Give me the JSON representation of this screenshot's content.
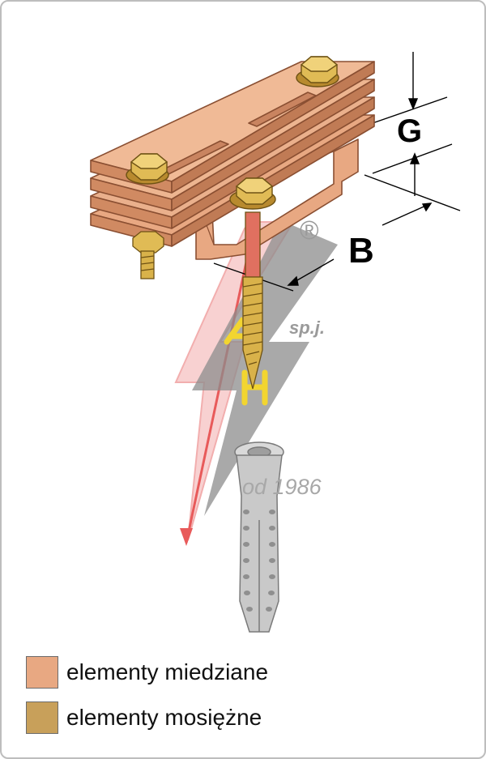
{
  "dimensions": {
    "g_label": "G",
    "b_label": "B"
  },
  "watermark": {
    "registered": "®",
    "company_suffix": "sp.j.",
    "since": "od 1986"
  },
  "legend": {
    "items": [
      {
        "label": "elementy miedziane",
        "color": "#e8a882"
      },
      {
        "label": "elementy mosiężne",
        "color": "#c8a05a"
      }
    ]
  },
  "colors": {
    "copper": "#e8a882",
    "copper_dark": "#b56f4b",
    "brass": "#d9b24a",
    "brass_dark": "#8a6a1c",
    "dowel_gray": "#c9c9c9",
    "bolt_red": "#e04848"
  }
}
